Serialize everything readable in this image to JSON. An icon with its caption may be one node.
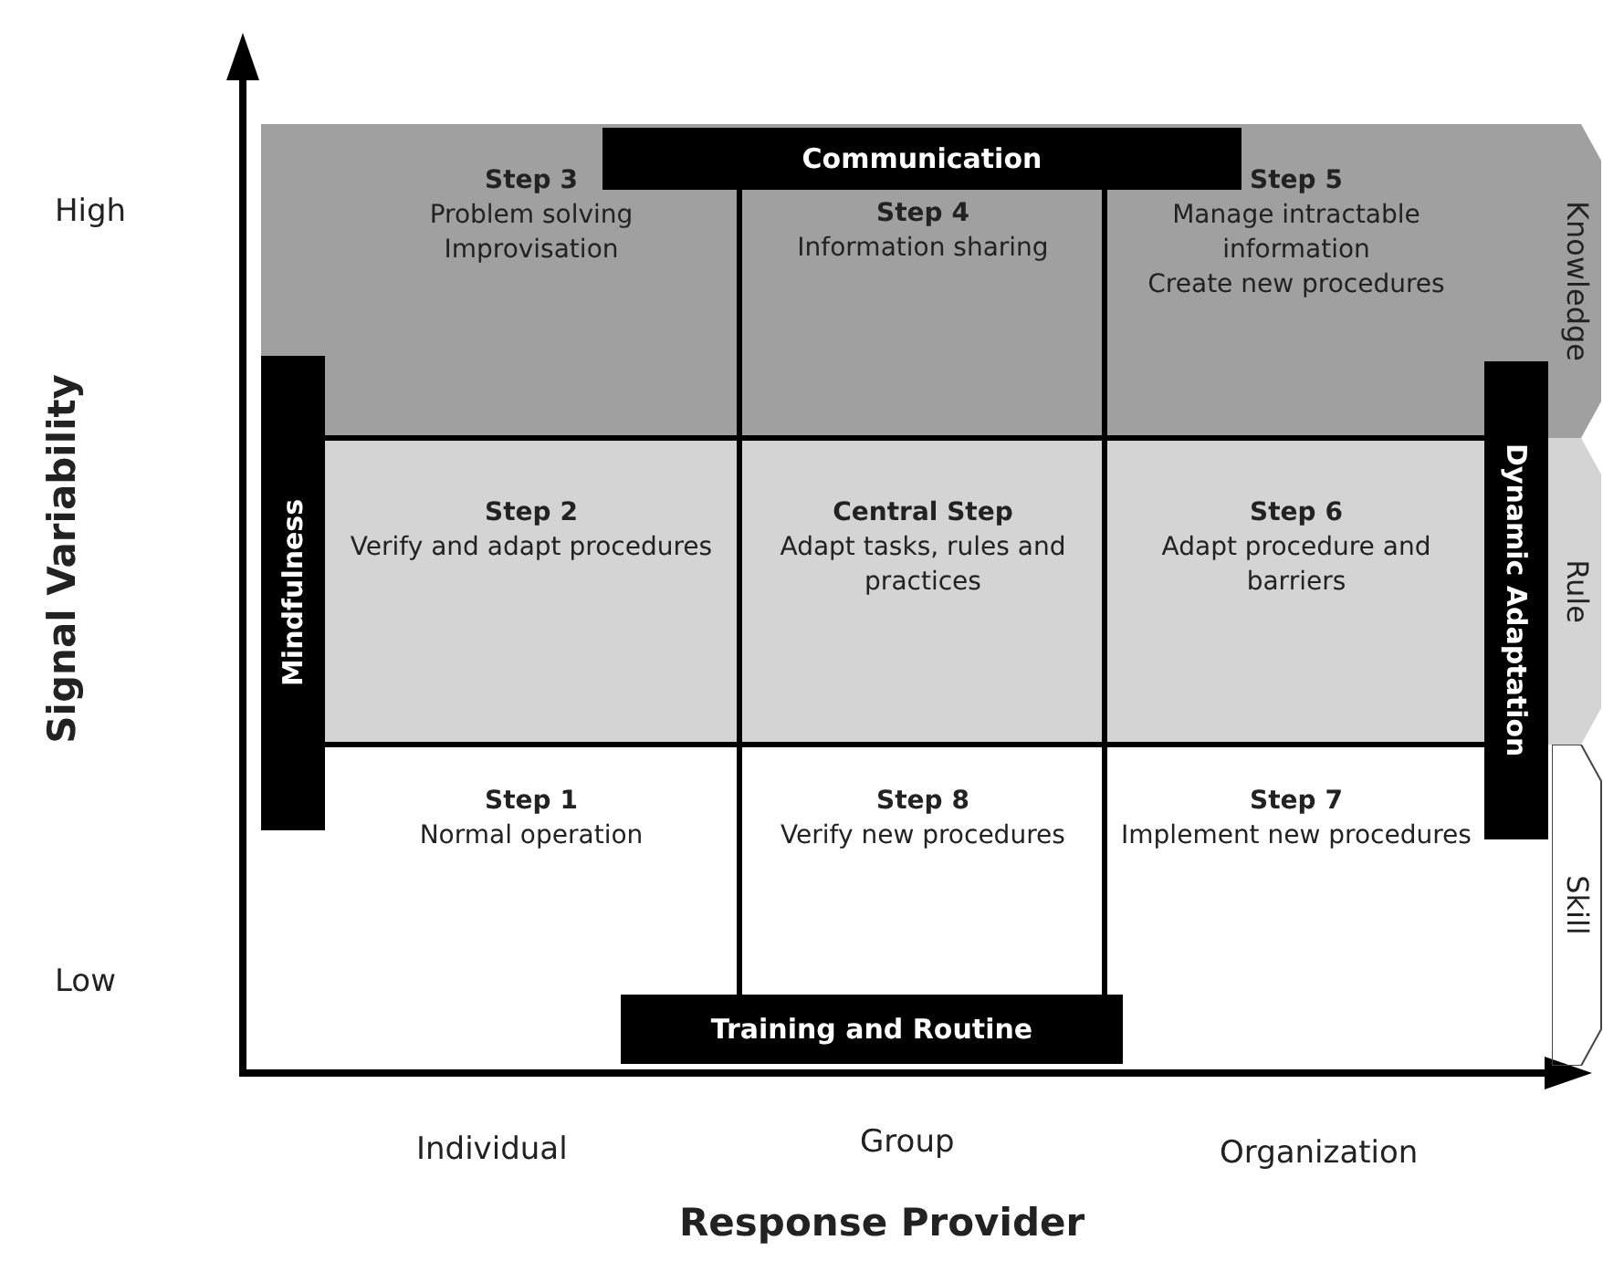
{
  "diagram": {
    "nodes": [
      {
        "text": [
          "Communication"
        ]
      },
      {
        "text": [
          "Step 3",
          "Problem solving",
          "Improvisation"
        ]
      },
      {
        "text": [
          "Step 4",
          "Information sharing"
        ]
      },
      {
        "text": [
          "Step 5",
          "Manage intractable information",
          "Create new procedures"
        ]
      },
      {
        "text": [
          "Knowledge"
        ]
      },
      {
        "text": [
          "Mindfulness"
        ]
      },
      {
        "text": [
          "Step 2",
          "Verify and adapt procedures"
        ]
      },
      {
        "text": [
          "Central Step",
          "Adapt tasks, rules and practices"
        ]
      },
      {
        "text": [
          "Step 6",
          "Adapt procedure and barriers"
        ]
      },
      {
        "text": [
          "Dynamic Adaptation"
        ]
      },
      {
        "text": [
          "Rule"
        ]
      },
      {
        "text": [
          "Step 1",
          "Normal operation"
        ]
      },
      {
        "text": [
          "Step 8",
          "Verify new procedures"
        ]
      },
      {
        "text": [
          "Step 7",
          "Implement new procedures"
        ]
      },
      {
        "text": [
          "Skill"
        ]
      },
      {
        "text": [
          "Training and Routine"
        ]
      }
    ],
    "labels": [
      "High",
      "Signal Variability",
      "Low",
      "Individual",
      "Group",
      "Organization",
      "Response Provider"
    ]
  }
}
